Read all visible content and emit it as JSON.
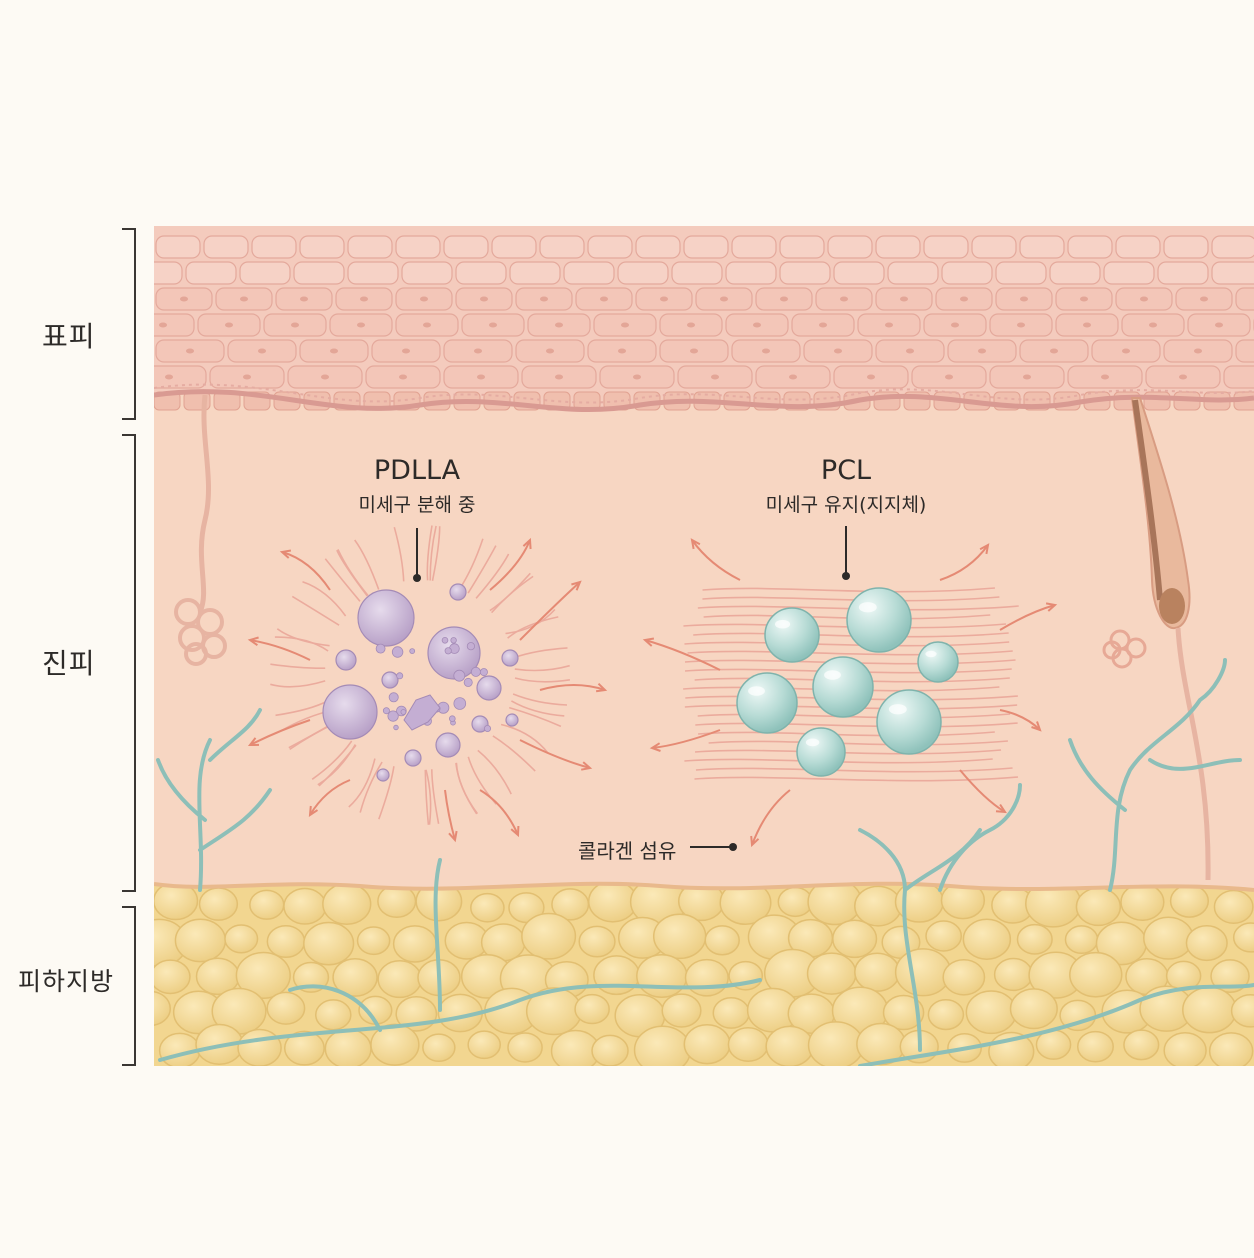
{
  "layers": {
    "epidermis": "표피",
    "dermis": "진피",
    "subcutaneous_fat": "피하지방"
  },
  "pdlla": {
    "title": "PDLLA",
    "subtitle": "미세구 분해 중"
  },
  "pcl": {
    "title": "PCL",
    "subtitle": "미세구 유지(지지체)"
  },
  "collagen": {
    "label": "콜라겐 섬유"
  },
  "colors": {
    "epidermis": "#f3c9bd",
    "dermis": "#f6d4c0",
    "fat": "#f5dc9c",
    "vessel": "#8dbfb8",
    "pdlla_particle": "#cbb6d6",
    "pcl_particle": "#b9dcd6",
    "arrow": "#e58a74"
  }
}
